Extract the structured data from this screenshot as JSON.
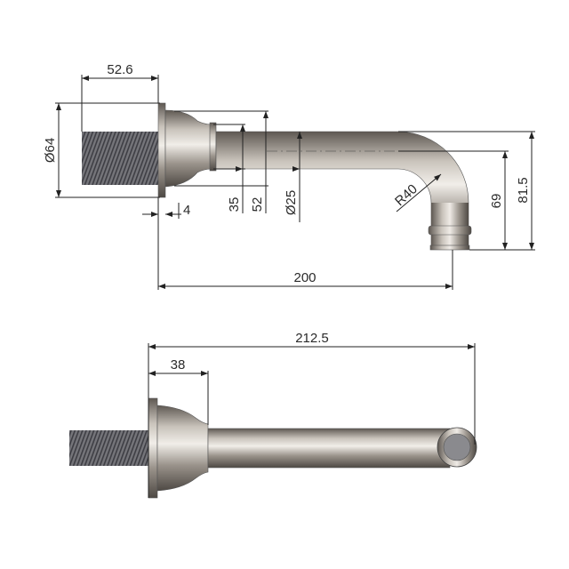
{
  "side_view": {
    "dimensions": {
      "thread_length": "52.6",
      "flange_diameter": "Ø64",
      "collar_diameter": "35",
      "bell_diameter": "52",
      "pipe_diameter": "Ø25",
      "flange_thickness": "4",
      "bend_radius": "R40",
      "spout_drop_center": "69",
      "spout_drop_total": "81.5",
      "projection": "200"
    }
  },
  "top_view": {
    "dimensions": {
      "overall_length": "212.5",
      "bell_length": "38"
    }
  },
  "colors": {
    "metal_light": "#e8e4df",
    "metal_mid": "#a8a199",
    "metal_dark": "#5e5852",
    "thread": "#6b6b70",
    "dimension_line": "#222222",
    "end_cap_face": "#8a8a8e"
  }
}
